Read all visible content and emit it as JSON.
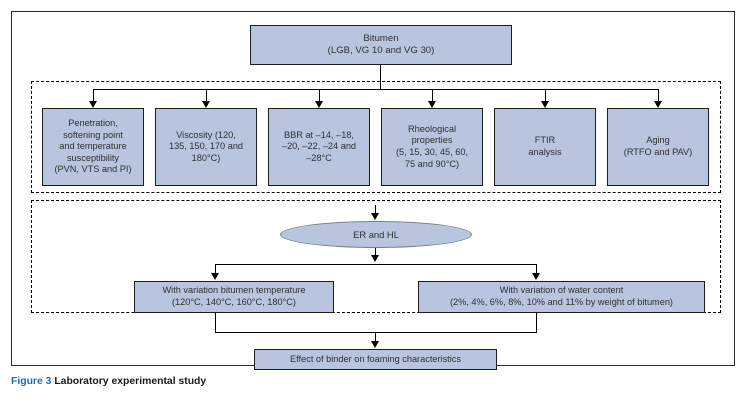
{
  "figure": {
    "caption_label": "Figure 3",
    "caption_text": "Laboratory experimental study",
    "caption_label_color": "#1f6cb4"
  },
  "colors": {
    "node_fill": "#b9c5de",
    "node_border": "#1d1d1d",
    "connector": "#000000",
    "group_border_style": "dashed"
  },
  "diagram": {
    "type": "flowchart",
    "root": {
      "label": "Bitumen\n(LGB, VG 10 and VG 30)"
    },
    "group_characterisation": {
      "nodes": [
        {
          "label": "Penetration,\nsoftening point\nand temperature\nsusceptibility\n(PVN, VTS and PI)"
        },
        {
          "label": "Viscosity (120,\n135, 150, 170 and\n180°C)"
        },
        {
          "label": "BBR at –14, –18,\n–20, –22, –24 and\n–28°C"
        },
        {
          "label": "Rheological\nproperties\n(5, 15, 30, 45, 60,\n75 and 90°C)"
        },
        {
          "label": "FTIR\nanalysis"
        },
        {
          "label": "Aging\n(RTFO and PAV)"
        }
      ]
    },
    "group_foaming": {
      "decision": {
        "label": "ER and HL"
      },
      "nodes": [
        {
          "label": "With variation bitumen temperature\n(120°C, 140°C, 160°C, 180°C)"
        },
        {
          "label": "With variation of water content\n(2%, 4%, 6%, 8%, 10% and 11% by weight of bitumen)"
        }
      ]
    },
    "outcome": {
      "label": "Effect of binder on foaming characteristics"
    }
  }
}
